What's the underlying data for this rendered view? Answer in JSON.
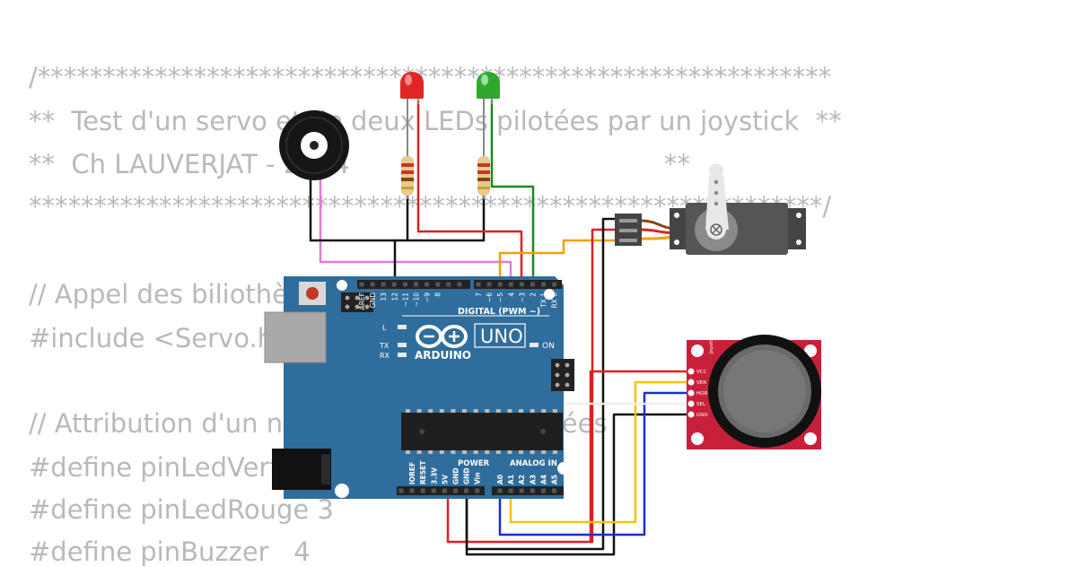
{
  "code": {
    "lines": [
      "/*************************************************************",
      "**  Test d'un servo et de deux LEDs pilotées par un joystick  **",
      "**  Ch LAUVERJAT - 2024                                      **",
      "*************************************************************/",
      "",
      "// Appel des biliothèques",
      "#include <Servo.h>",
      "",
      "// Attribution d'un nom aux broches utilisées",
      "#define pinLedVerte  2",
      "#define pinLedRouge 3",
      "#define pinBuzzer   4"
    ]
  },
  "arduino": {
    "brand": "ARDUINO",
    "model": "UNO",
    "digital_label": "DIGITAL (PWM ~)",
    "power_label": "POWER",
    "analog_label": "ANALOG IN",
    "on_label": "ON",
    "led_l": "L",
    "led_tx": "TX",
    "led_rx": "RX",
    "digital_pins": [
      "AREF",
      "GND",
      "13",
      "12",
      "~11",
      "~10",
      "~9",
      "8",
      "7",
      "~6",
      "~5",
      "4",
      "~3",
      "2",
      "TX 1",
      "RX 0"
    ],
    "power_pins": [
      "IOREF",
      "RESET",
      "3.3V",
      "5V",
      "GND",
      "GND",
      "Vin"
    ],
    "analog_pins": [
      "A0",
      "A1",
      "A2",
      "A3",
      "A4",
      "A5"
    ]
  },
  "joystick": {
    "pins": [
      "VCC",
      "VER",
      "HOR",
      "SEL",
      "GND"
    ],
    "label": "Joystick"
  },
  "colors": {
    "board": "#2f6d9c",
    "wire_red": "#e02020",
    "wire_black": "#111111",
    "wire_green": "#1d8a1d",
    "wire_pink": "#e07ad8",
    "wire_yellow": "#f5c400",
    "wire_orange": "#f5a000",
    "wire_blue": "#1a2fd0",
    "wire_white": "#f0f0f0",
    "joystick_pcb": "#c8203a"
  }
}
